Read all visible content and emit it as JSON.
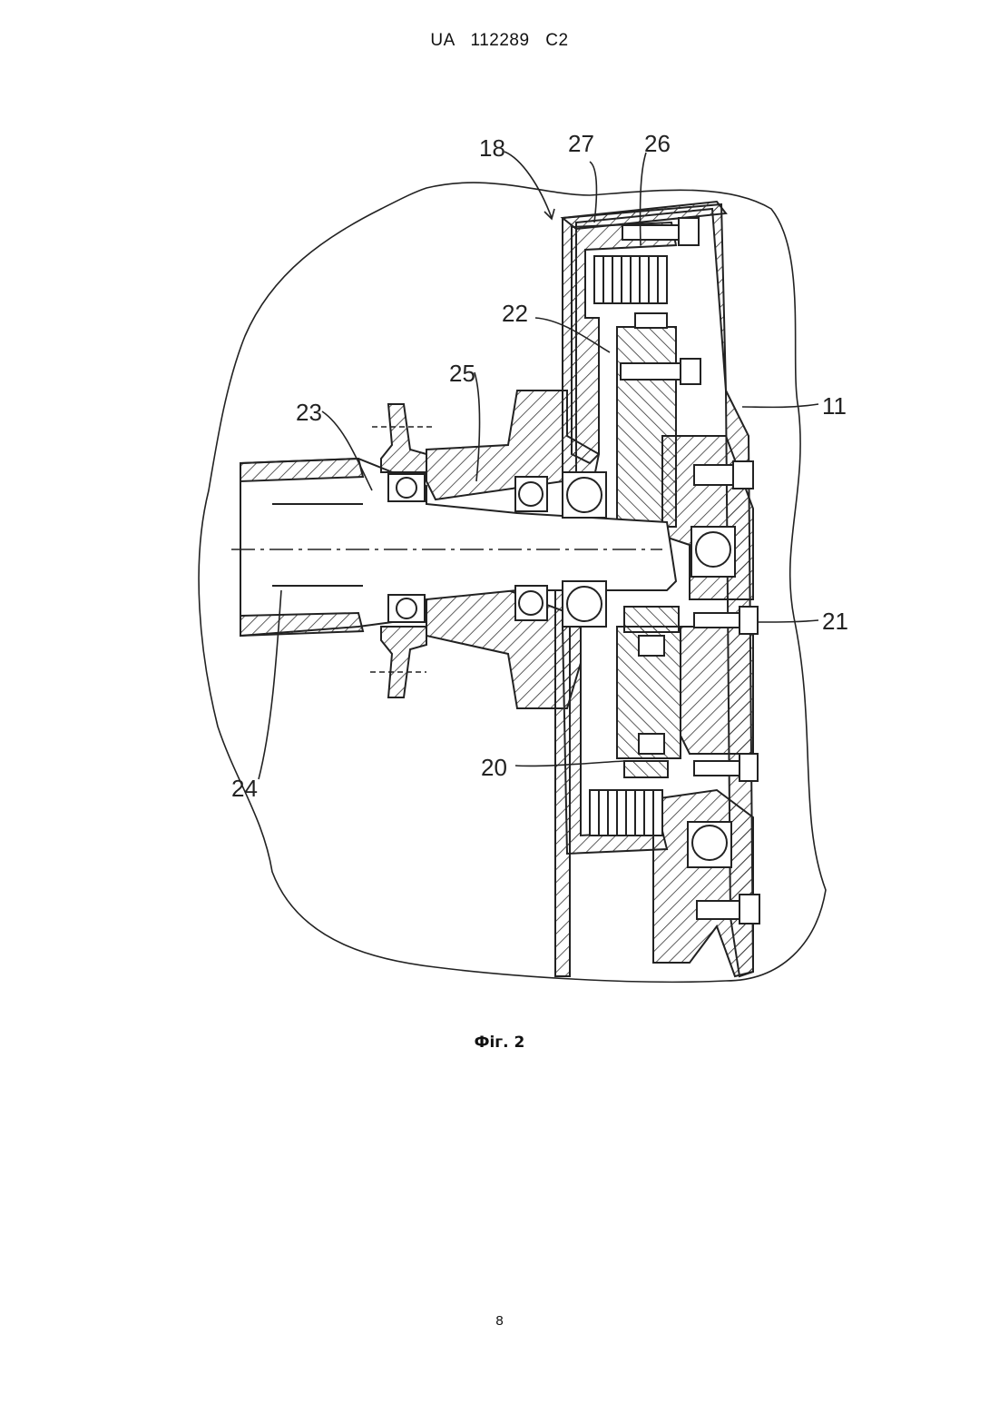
{
  "document": {
    "header": "UA 112289 C2",
    "caption": "Фіг. 2",
    "page_number": "8"
  },
  "figure": {
    "reference_numerals": [
      {
        "id": "18",
        "text": "18"
      },
      {
        "id": "27",
        "text": "27"
      },
      {
        "id": "26",
        "text": "26"
      },
      {
        "id": "22",
        "text": "22"
      },
      {
        "id": "25",
        "text": "25"
      },
      {
        "id": "23",
        "text": "23"
      },
      {
        "id": "11",
        "text": "11"
      },
      {
        "id": "21",
        "text": "21"
      },
      {
        "id": "20",
        "text": "20"
      },
      {
        "id": "24",
        "text": "24"
      }
    ]
  }
}
